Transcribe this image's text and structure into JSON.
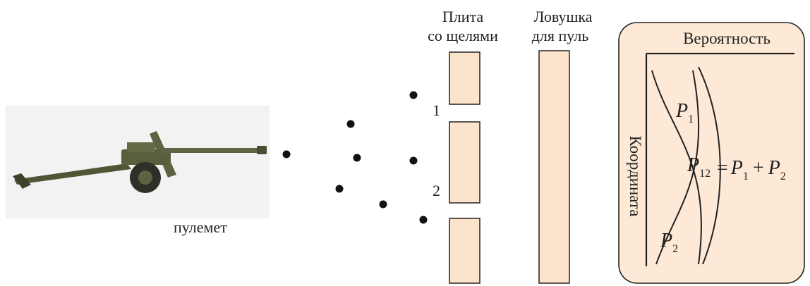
{
  "gun": {
    "label": "пулемет"
  },
  "plate": {
    "title_line1": "Плита",
    "title_line2": "со щелями",
    "slit1": "1",
    "slit2": "2"
  },
  "trap": {
    "title_line1": "Ловушка",
    "title_line2": "для пуль"
  },
  "graph": {
    "x_axis_label": "Вероятность",
    "y_axis_label": "Координата",
    "p1": {
      "symbol": "P",
      "sub": "1"
    },
    "p2": {
      "symbol": "P",
      "sub": "2"
    },
    "p12": {
      "symbol": "P",
      "sub": "12"
    },
    "formula": {
      "eq": "=",
      "a": "P",
      "a_sub": "1",
      "plus": "+",
      "b": "P",
      "b_sub": "2"
    }
  },
  "colors": {
    "plate_fill": "#fce4cc",
    "panel_fill": "#fde9d5",
    "ink": "#222222",
    "gun_body": "#5a5e3c",
    "gun_bg": "#f2f2f2"
  }
}
